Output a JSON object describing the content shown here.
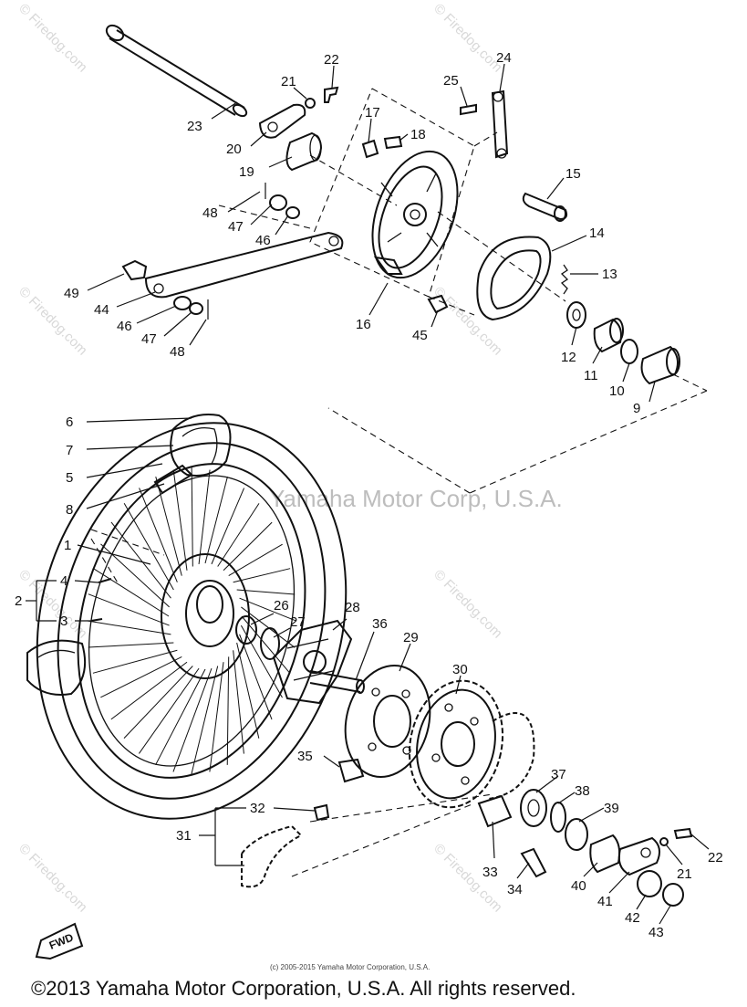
{
  "watermark": {
    "site": "© Firedog.com",
    "center": "Yamaha Motor Corp, U.S.A."
  },
  "fwd_label": "FWD",
  "small_copyright": "(c) 2005-2015 Yamaha Motor Corporation, U.S.A.",
  "footer_copyright": "©2013 Yamaha Motor Corporation, U.S.A. All rights reserved.",
  "callouts": {
    "c1": "1",
    "c2": "2",
    "c3": "3",
    "c4": "4",
    "c5": "5",
    "c6": "6",
    "c7": "7",
    "c8": "8",
    "c9": "9",
    "c10": "10",
    "c11": "11",
    "c12": "12",
    "c13": "13",
    "c14": "14",
    "c15": "15",
    "c16": "16",
    "c17": "17",
    "c18": "18",
    "c19": "19",
    "c20": "20",
    "c21": "21",
    "c21b": "21",
    "c22": "22",
    "c22b": "22",
    "c23": "23",
    "c24": "24",
    "c25": "25",
    "c26": "26",
    "c27": "27",
    "c28": "28",
    "c29": "29",
    "c30": "30",
    "c31": "31",
    "c32": "32",
    "c33": "33",
    "c34": "34",
    "c35": "35",
    "c36": "36",
    "c37": "37",
    "c38": "38",
    "c39": "39",
    "c40": "40",
    "c41": "41",
    "c42": "42",
    "c43": "43",
    "c44": "44",
    "c45": "45",
    "c46": "46",
    "c46b": "46",
    "c47": "47",
    "c47b": "47",
    "c48": "48",
    "c48b": "48",
    "c49": "49"
  }
}
